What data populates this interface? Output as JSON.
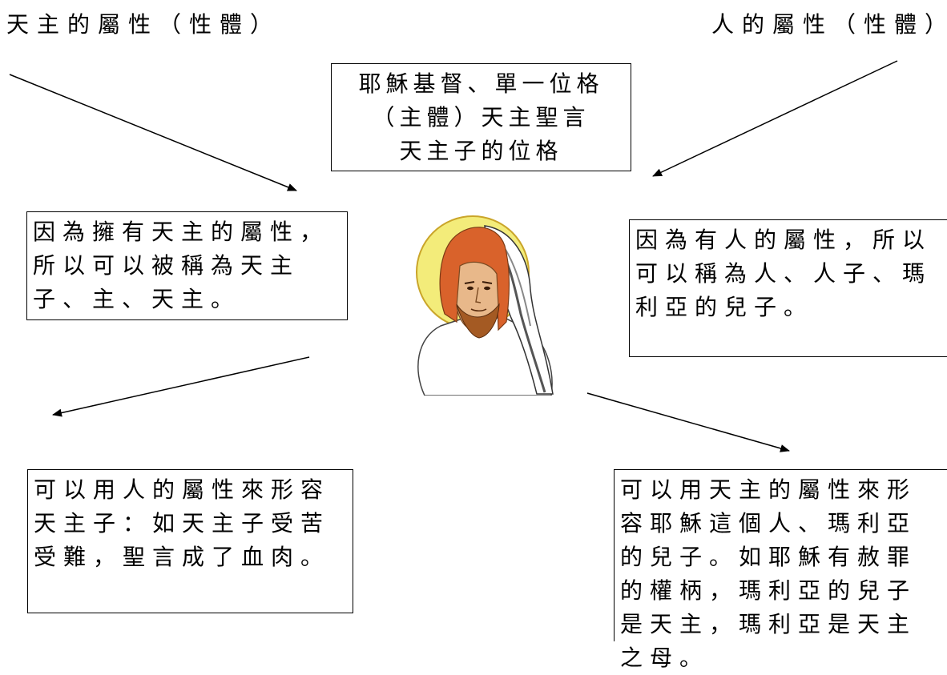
{
  "headings": {
    "divine_nature": "天主的屬性（性體）",
    "human_nature": "人的屬性（性體）"
  },
  "center_box": {
    "line1": "耶穌基督、單一位格",
    "line2": "（主體）天主聖言",
    "line3": "天主子的位格"
  },
  "boxes": {
    "top_left": "因為擁有天主的屬性，所以可以被稱為天主子、主、天主。",
    "top_right": "因為有人的屬性，所以可以稱為人、人子、瑪利亞的兒子。",
    "bottom_left": "可以用人的屬性來形容天主子：如天主子受苦受難，聖言成了血肉。",
    "bottom_right": "可以用天主的屬性來形容耶穌這個人、瑪利亞的兒子。如耶穌有赦罪的權柄，瑪利亞的兒子是天主，瑪利亞是天主之母。"
  },
  "figure": {
    "icon": "jesus-icon",
    "colors": {
      "halo": "#f3ec7a",
      "hair": "#d9622b",
      "beard": "#a45a23",
      "skin": "#e8b88a"
    }
  }
}
